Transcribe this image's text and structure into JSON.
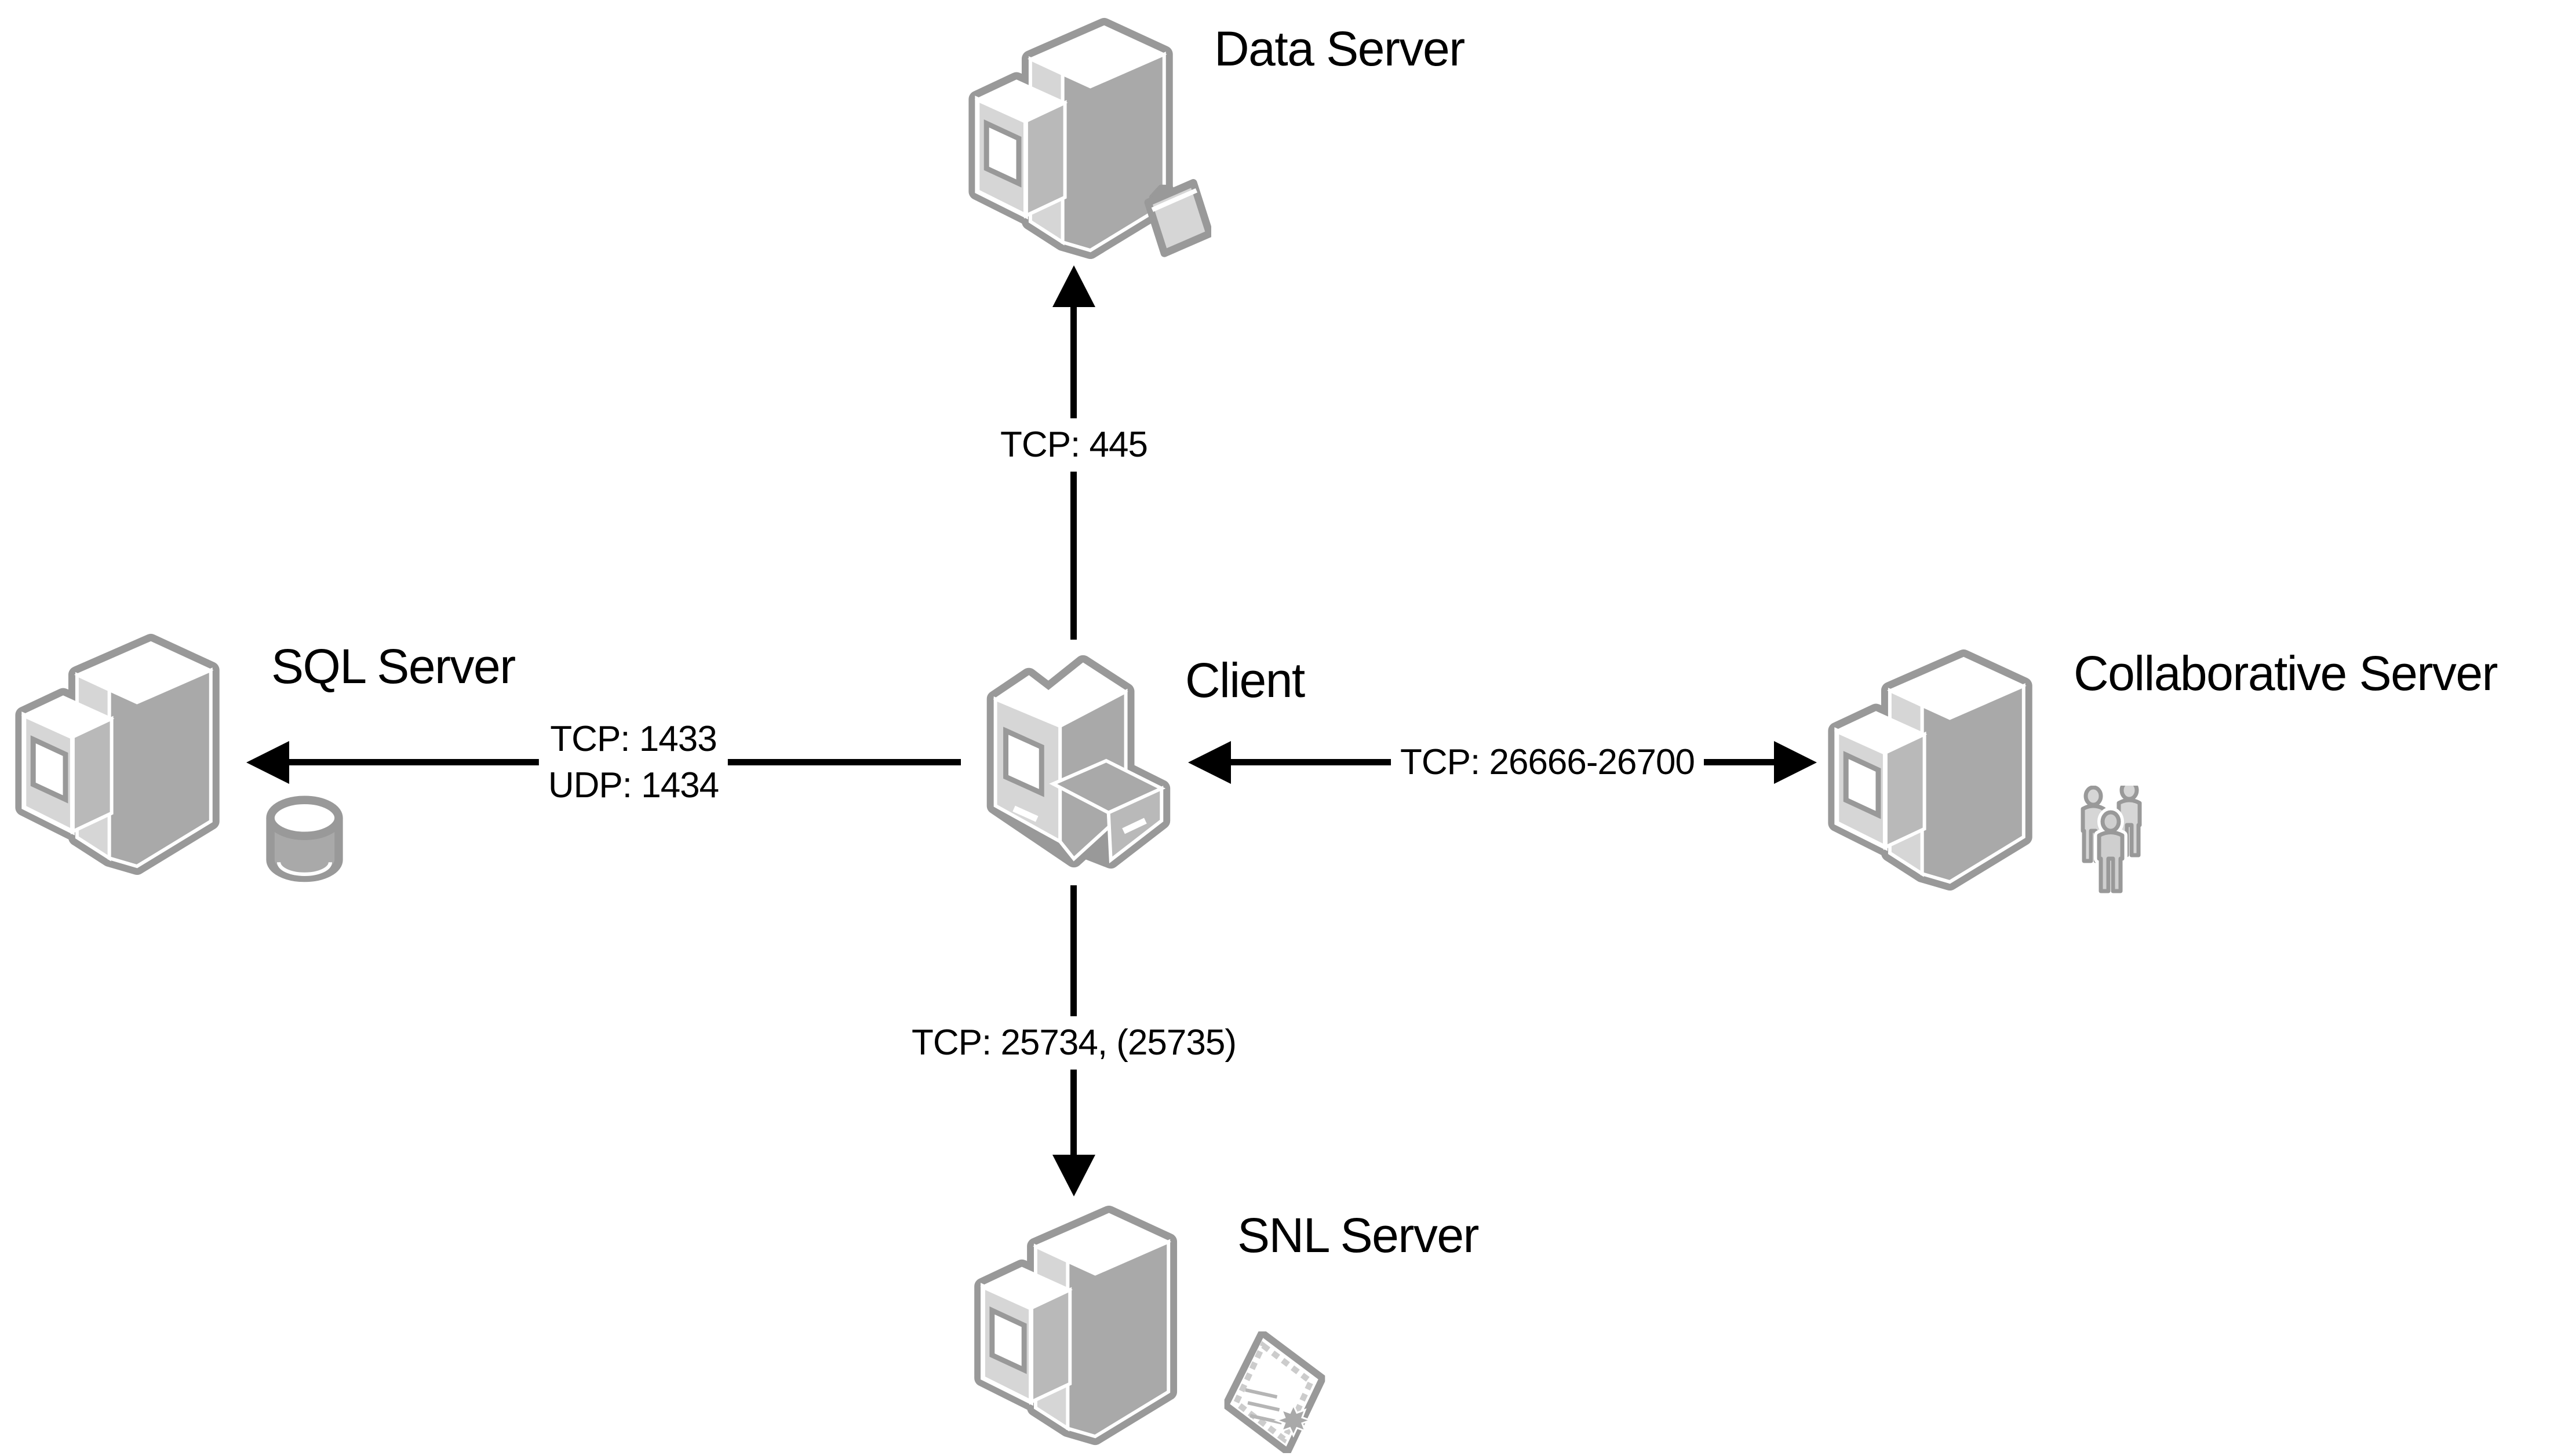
{
  "diagram": {
    "type": "network-port-connection-diagram",
    "background": "#ffffff",
    "colors": {
      "icon_outline": "#999999",
      "icon_face_light": "#d6d6d6",
      "icon_face_mid": "#a9a9a9",
      "icon_face_top": "#ffffff",
      "connector": "#000000",
      "text": "#000000"
    },
    "nodes": {
      "data_server": {
        "label": "Data Server",
        "icon": "server-tower-icon",
        "accessory": "folder-icon",
        "position": "top"
      },
      "sql_server": {
        "label": "SQL Server",
        "icon": "server-tower-icon",
        "accessory": "database-cylinder-icon",
        "position": "left"
      },
      "client": {
        "label": "Client",
        "icon": "client-workstation-icon",
        "position": "center"
      },
      "collaborative_server": {
        "label": "Collaborative Server",
        "icon": "server-tower-icon",
        "accessory": "user-group-icon",
        "position": "right"
      },
      "snl_server": {
        "label": "SNL Server",
        "icon": "server-tower-icon",
        "accessory": "certificate-icon",
        "position": "bottom"
      }
    },
    "connections": {
      "client_to_data": {
        "from": "Client",
        "to": "Data Server",
        "label": "TCP: 445",
        "arrow": "single",
        "direction": "up"
      },
      "client_to_sql": {
        "from": "Client",
        "to": "SQL Server",
        "label_line1": "TCP: 1433",
        "label_line2": "UDP: 1434",
        "arrow": "single",
        "direction": "left"
      },
      "client_to_collaborative": {
        "from": "Client",
        "to": "Collaborative Server",
        "label": "TCP: 26666-26700",
        "arrow": "double",
        "direction": "left-right"
      },
      "client_to_snl": {
        "from": "Client",
        "to": "SNL Server",
        "label": "TCP: 25734, (25735)",
        "arrow": "single",
        "direction": "down"
      }
    }
  }
}
